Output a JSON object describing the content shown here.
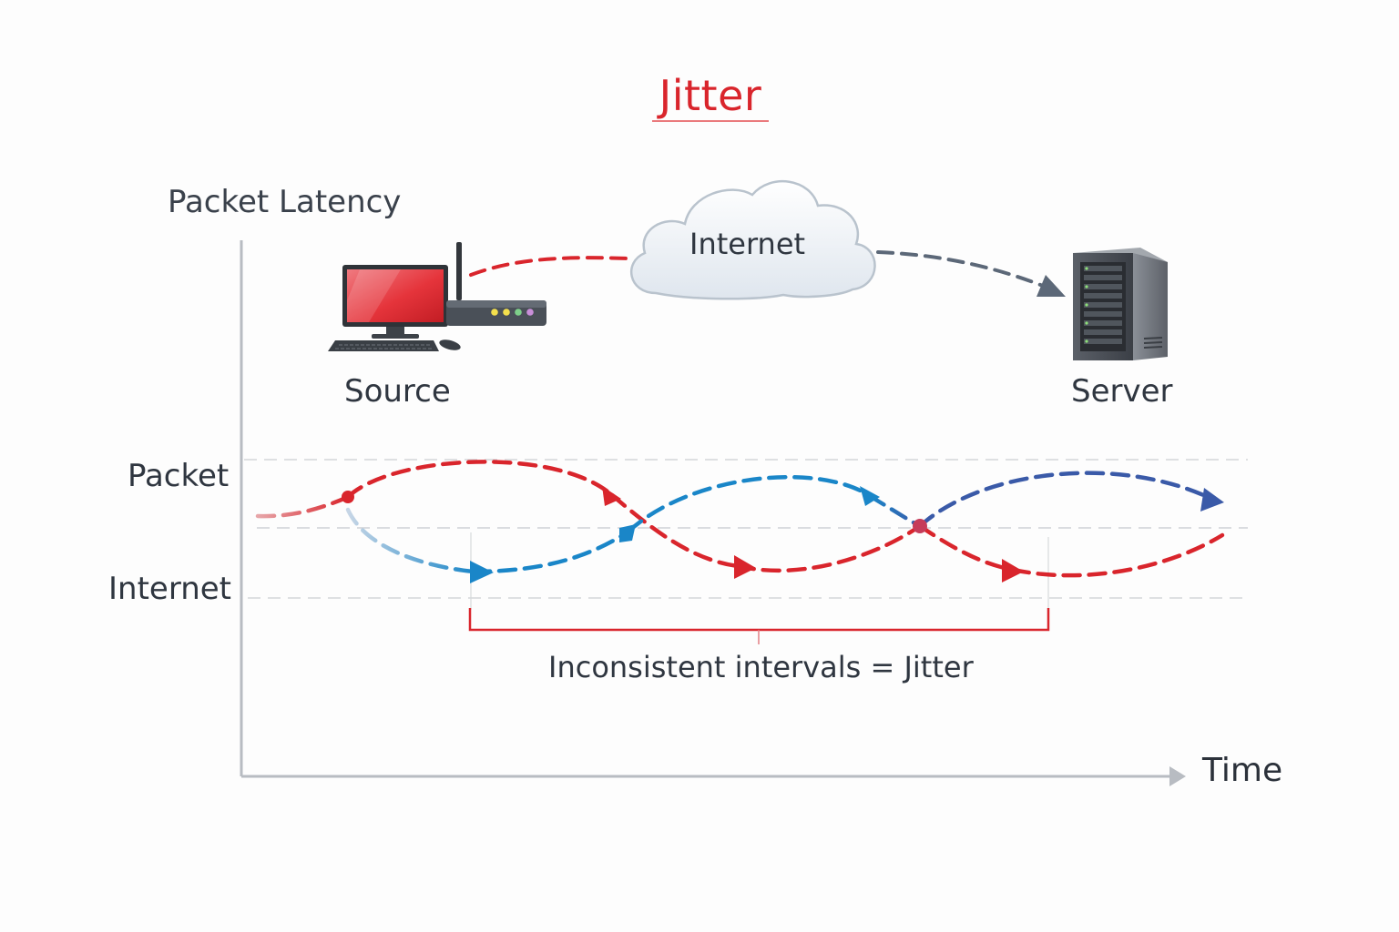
{
  "title": "Jitter",
  "axes": {
    "y_label": "Packet Latency",
    "x_label": "Time"
  },
  "network": {
    "source_label": "Source",
    "cloud_label": "Internet",
    "server_label": "Server"
  },
  "rows": {
    "top_label": "Packet",
    "bottom_label": "Internet"
  },
  "annotation": "Inconsistent intervals = Jitter",
  "colors": {
    "title": "#d9252c",
    "packet_red": "#d9252c",
    "packet_blue": "#1a86c8",
    "packet_navy": "#3a5aa8",
    "connector_gray": "#5c6878",
    "axis": "#b8bcc2"
  },
  "icons": [
    "desktop-computer-icon",
    "router-icon",
    "cloud-icon",
    "server-tower-icon"
  ]
}
